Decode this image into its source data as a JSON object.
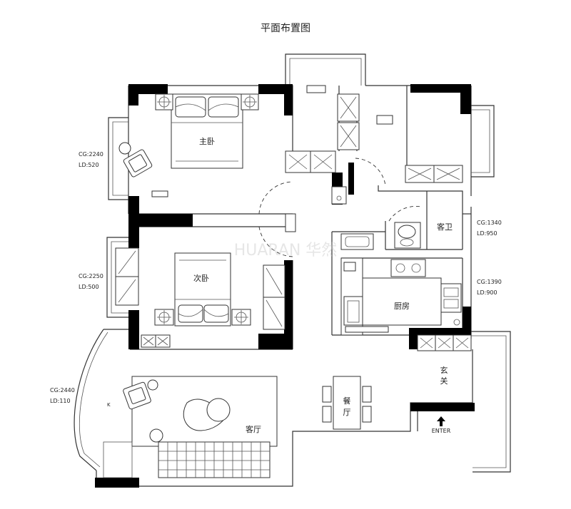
{
  "title": "平面布置图",
  "rooms": {
    "master_bedroom": "主卧",
    "second_bedroom": "次卧",
    "guest_bathroom": "客卫",
    "kitchen": "厨房",
    "entrance_char1": "玄",
    "entrance_char2": "关",
    "dining_char1": "餐",
    "dining_char2": "厅",
    "living_room": "客厅"
  },
  "window_specs": {
    "master_cg": "CG:2240",
    "master_ld": "LD:520",
    "second_cg": "CG:2250",
    "second_ld": "LD:500",
    "living_cg": "CG:2440",
    "living_ld": "LD:110",
    "bath_cg": "CG:1340",
    "bath_ld": "LD:950",
    "kitchen_cg": "CG:1390",
    "kitchen_ld": "LD:900"
  },
  "entry_label": "ENTER",
  "misc_mark": "K",
  "watermark": "HUARAN 华然"
}
